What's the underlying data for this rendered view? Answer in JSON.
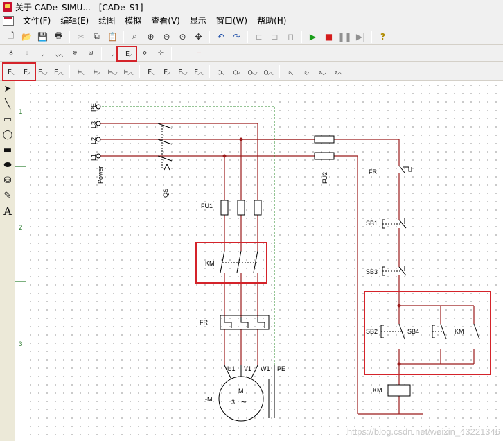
{
  "window": {
    "title": "关于 CADe_SIMU... - [CADe_S1]"
  },
  "menu": {
    "items": [
      "文件(F)",
      "编辑(E)",
      "绘图",
      "模拟",
      "查看(V)",
      "显示",
      "窗口(W)",
      "帮助(H)"
    ]
  },
  "toolbar1": {
    "buttons": [
      "new-icon",
      "open-icon",
      "save-icon",
      "print-icon",
      "cut-icon",
      "copy-icon",
      "paste-icon",
      "zoom-window-icon",
      "zoom-in-icon",
      "zoom-out-icon",
      "zoom-fit-icon",
      "pan-icon",
      "undo-icon",
      "redo-icon",
      "align-left-icon",
      "align-center-icon",
      "align-right-icon",
      "play-icon",
      "stop-icon",
      "pause-icon",
      "step-icon",
      "help-icon"
    ]
  },
  "ruler": {
    "labels": [
      "1",
      "2",
      "3"
    ]
  },
  "circuit": {
    "power_lines": [
      "PE",
      "L3",
      "L2",
      "L1"
    ],
    "power_label": "Power",
    "qs_label": "QS",
    "fu1_label": "FU1",
    "fu2_label": "FU2",
    "km_main_label": "KM",
    "fr_main_label": "FR",
    "motor_terminals": [
      "U1",
      "V1",
      "W1",
      "PE"
    ],
    "motor_label": "-M",
    "motor_text_top": "M",
    "motor_text_phase": "3",
    "motor_text_ac": "~",
    "fr_ctrl_label": "FR",
    "sb1_label": "SB1",
    "sb3_label": "SB3",
    "sb2_label": "SB2",
    "sb4_label": "SB4",
    "km_ctrl_label": "KM",
    "km_coil_label": "KM"
  },
  "watermark": "https://blog.csdn.net/weixin_43221346",
  "colors": {
    "wire": "#9b1b1b",
    "highlight": "#d4232a",
    "pe_wire": "#2e8b2e"
  }
}
